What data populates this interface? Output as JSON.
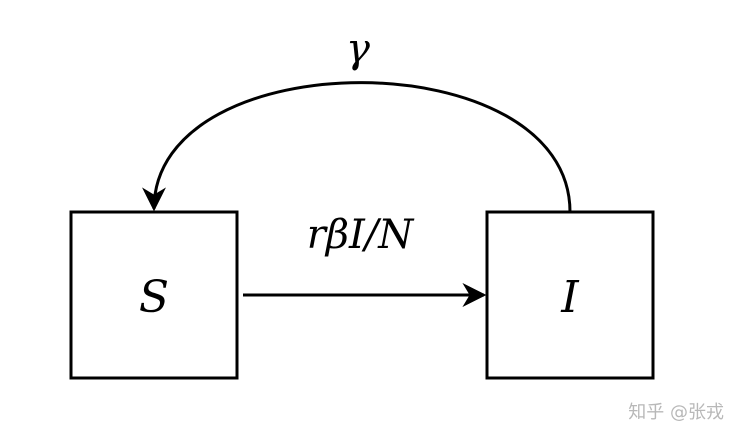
{
  "nodes": {
    "susceptible": {
      "label": "S"
    },
    "infected": {
      "label": "I"
    }
  },
  "edges": {
    "transmission": {
      "label": "rβI/N"
    },
    "recovery": {
      "label": "γ"
    }
  },
  "watermark": "知乎 @张戎",
  "colors": {
    "stroke": "#000000",
    "background": "#ffffff",
    "watermark": "#b8b8b8"
  }
}
